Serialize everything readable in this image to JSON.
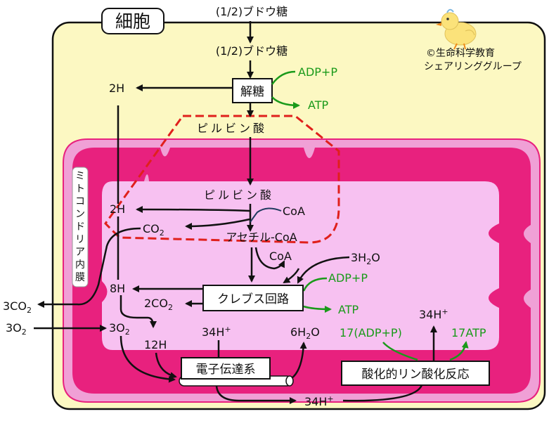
{
  "labels": {
    "cell": "細胞",
    "glucose_outside": "(1/2)ブドウ糖",
    "glucose_inside": "(1/2)ブドウ糖",
    "glycolysis": "解糖",
    "adp_p_top": "ADP+P",
    "atp_top": "ATP",
    "two_h_top": "2H",
    "pyruvate_cyto": "ピルビン酸",
    "pyruvate_mito": "ピルビン酸",
    "two_h_mito": "2H",
    "coa_top": "CoA",
    "co2_mito": "CO",
    "co2_mito_sub": "2",
    "acetyl_coa": "アセチル-CoA",
    "coa_mid": "CoA",
    "h2o3": "3H",
    "h2o3_sub": "2",
    "h2o3_tail": "O",
    "adp_p_krebs": "ADP+P",
    "krebs": "クレブス回路",
    "atp_krebs": "ATP",
    "eight_h": "8H",
    "two_co2": "2CO",
    "two_co2_sub": "2",
    "three_co2": "3CO",
    "three_co2_sub": "2",
    "three_o2_out": "3O",
    "three_o2_out_sub": "2",
    "three_o2_in": "3O",
    "three_o2_in_sub": "2",
    "twelve_h": "12H",
    "h34_center": "34H",
    "h34_center_sup": "+",
    "six_h2o": "6H",
    "six_h2o_sub": "2",
    "six_h2o_tail": "O",
    "h34_right": "34H",
    "h34_right_sup": "+",
    "adp17": "17(ADP+P)",
    "atp17": "17ATP",
    "etc": "電子伝達系",
    "oxphos": "酸化的リン酸化反応",
    "h34_bottom": "34H",
    "h34_bottom_sup": "+",
    "membrane": [
      "ミ",
      "ト",
      "コ",
      "ン",
      "ド",
      "リ",
      "ア",
      "内",
      "膜"
    ],
    "credit_line1": "©生命科学教育",
    "credit_line2": "シェアリンググループ"
  },
  "colors": {
    "cytoplasm": "#fcf8c2",
    "mito_outer": "#f0a0d6",
    "mito_inner": "#e8217e",
    "matrix": "#f7c1f1",
    "green": "#1a9a1a",
    "red_dash": "#e0201c",
    "dark_blue": "#1f3a5f"
  },
  "icons": {
    "mascot": "duck-chick-icon"
  }
}
